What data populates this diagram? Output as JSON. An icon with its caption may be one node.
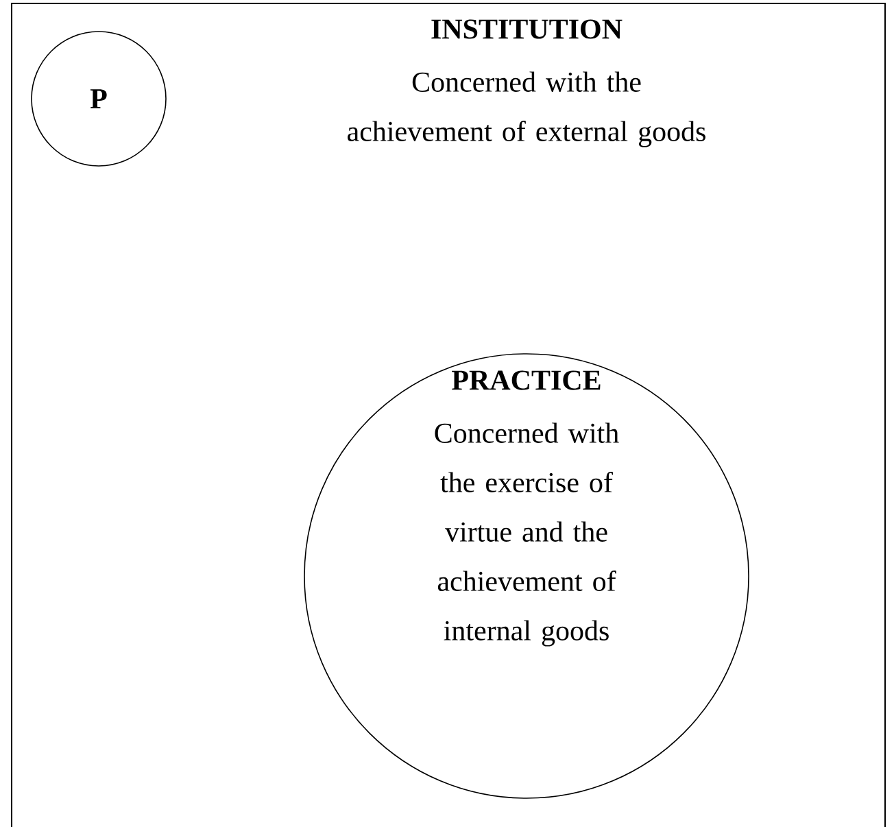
{
  "diagram": {
    "nodes": [
      {
        "text": [
          "INSTITUTION",
          "Concerned with the achievement of external goods"
        ]
      },
      {
        "text": [
          "P"
        ],
        "in": 0
      },
      {
        "text": [
          "PRACTICE",
          "Concerned with the exercise of virtue and the achievement of internal goods"
        ],
        "in": 0
      }
    ]
  }
}
